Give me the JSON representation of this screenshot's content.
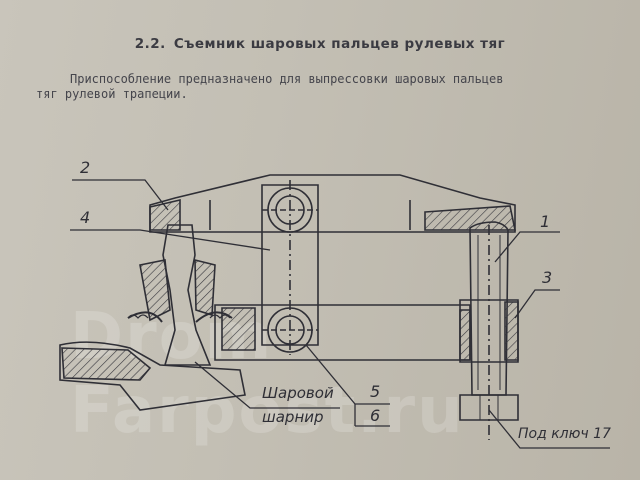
{
  "heading": {
    "number": "2.2.",
    "title": "Съемник шаровых пальцев рулевых тяг"
  },
  "description": {
    "line1": "Приспособление предназначено для выпрессовки шаровых пальцев",
    "line2": "тяг рулевой трапеции."
  },
  "watermark": "Drom Farpost.ru",
  "callouts": {
    "c1": "1",
    "c2": "2",
    "c3": "3",
    "c4": "4",
    "c5": "5",
    "c6": "6",
    "joint_line1": "Шаровой",
    "joint_line2": "шарнир",
    "wrench": "Под ключ 17"
  },
  "colors": {
    "paper": "#c6c2b7",
    "ink": "#2f2f36"
  }
}
